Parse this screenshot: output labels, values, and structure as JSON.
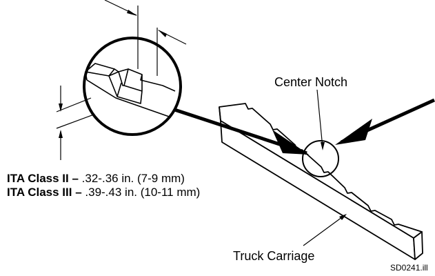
{
  "labels": {
    "center_notch": "Center Notch",
    "truck_carriage": "Truck Carriage",
    "figure_id": "SD0241.ill"
  },
  "specs": [
    {
      "class_label": "ITA Class II –",
      "range": ".32-.36 in. (7-9 mm)"
    },
    {
      "class_label": "ITA Class III –",
      "range": ".39-.43 in. (10-11 mm)"
    }
  ]
}
